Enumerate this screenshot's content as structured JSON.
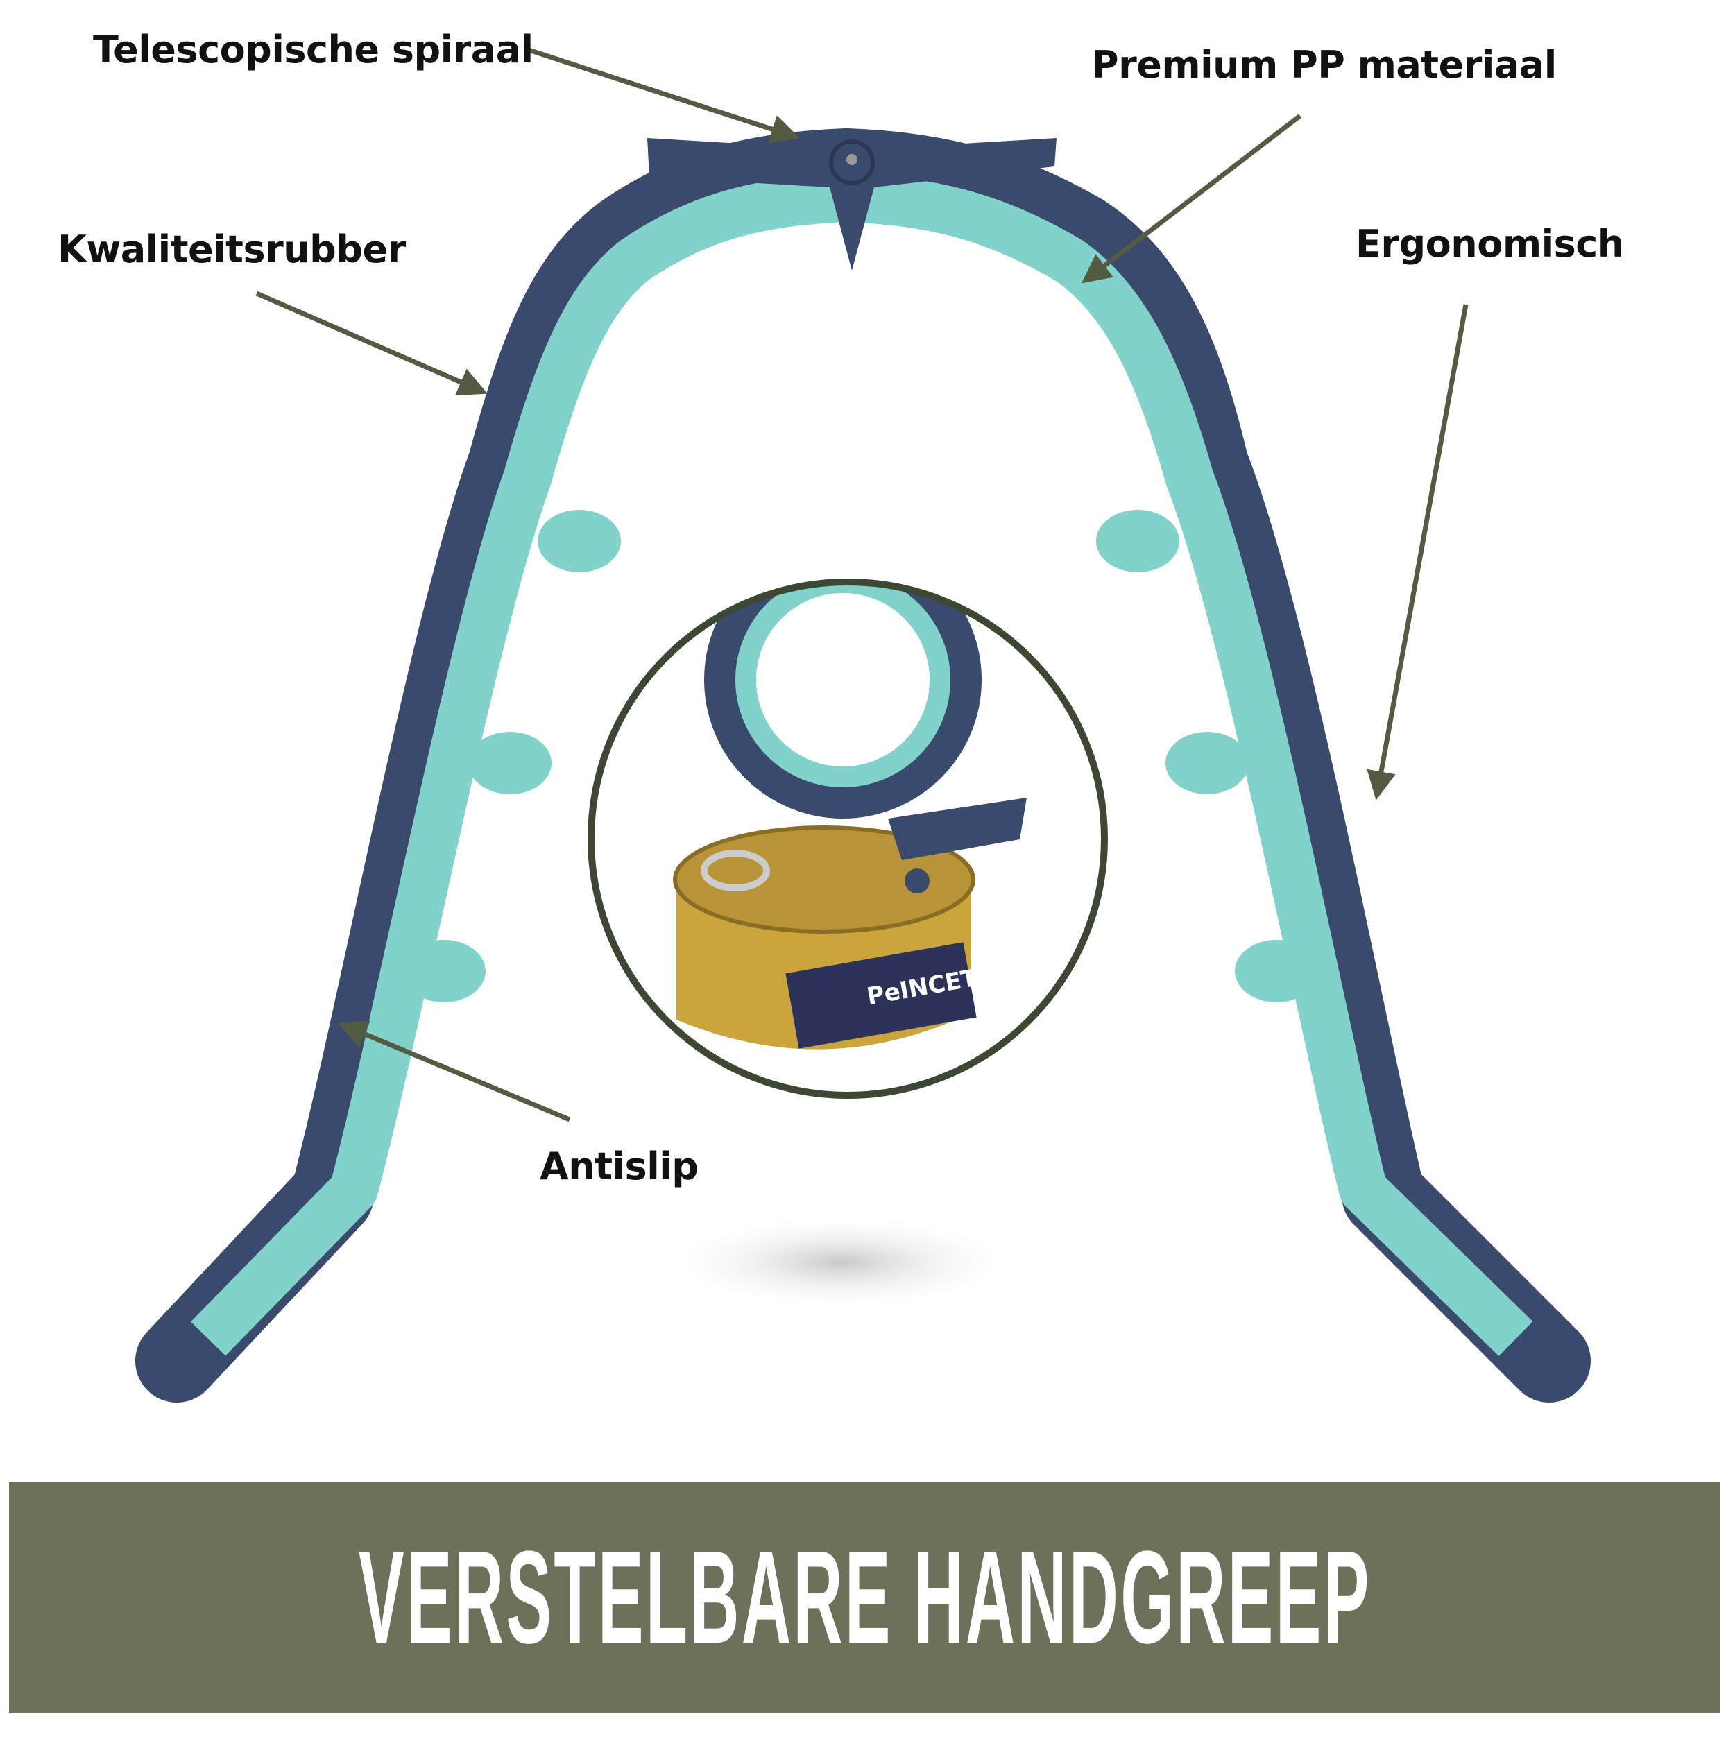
{
  "callouts": {
    "telescopic": "Telescopische spiraal",
    "premium_pp": "Premium PP materiaal",
    "rubber": "Kwaliteitsrubber",
    "ergonomic": "Ergonomisch",
    "antislip": "Antislip"
  },
  "inset": {
    "can_brand": "PeINCET"
  },
  "banner": {
    "title": "VERSTELBARE HANDGREEP"
  },
  "colors": {
    "banner": "#6b7259",
    "arrow": "#545b43",
    "handle_outer": "#3a4a6c",
    "handle_inner": "#82d2cc",
    "inset_ring": "#3e4734"
  }
}
